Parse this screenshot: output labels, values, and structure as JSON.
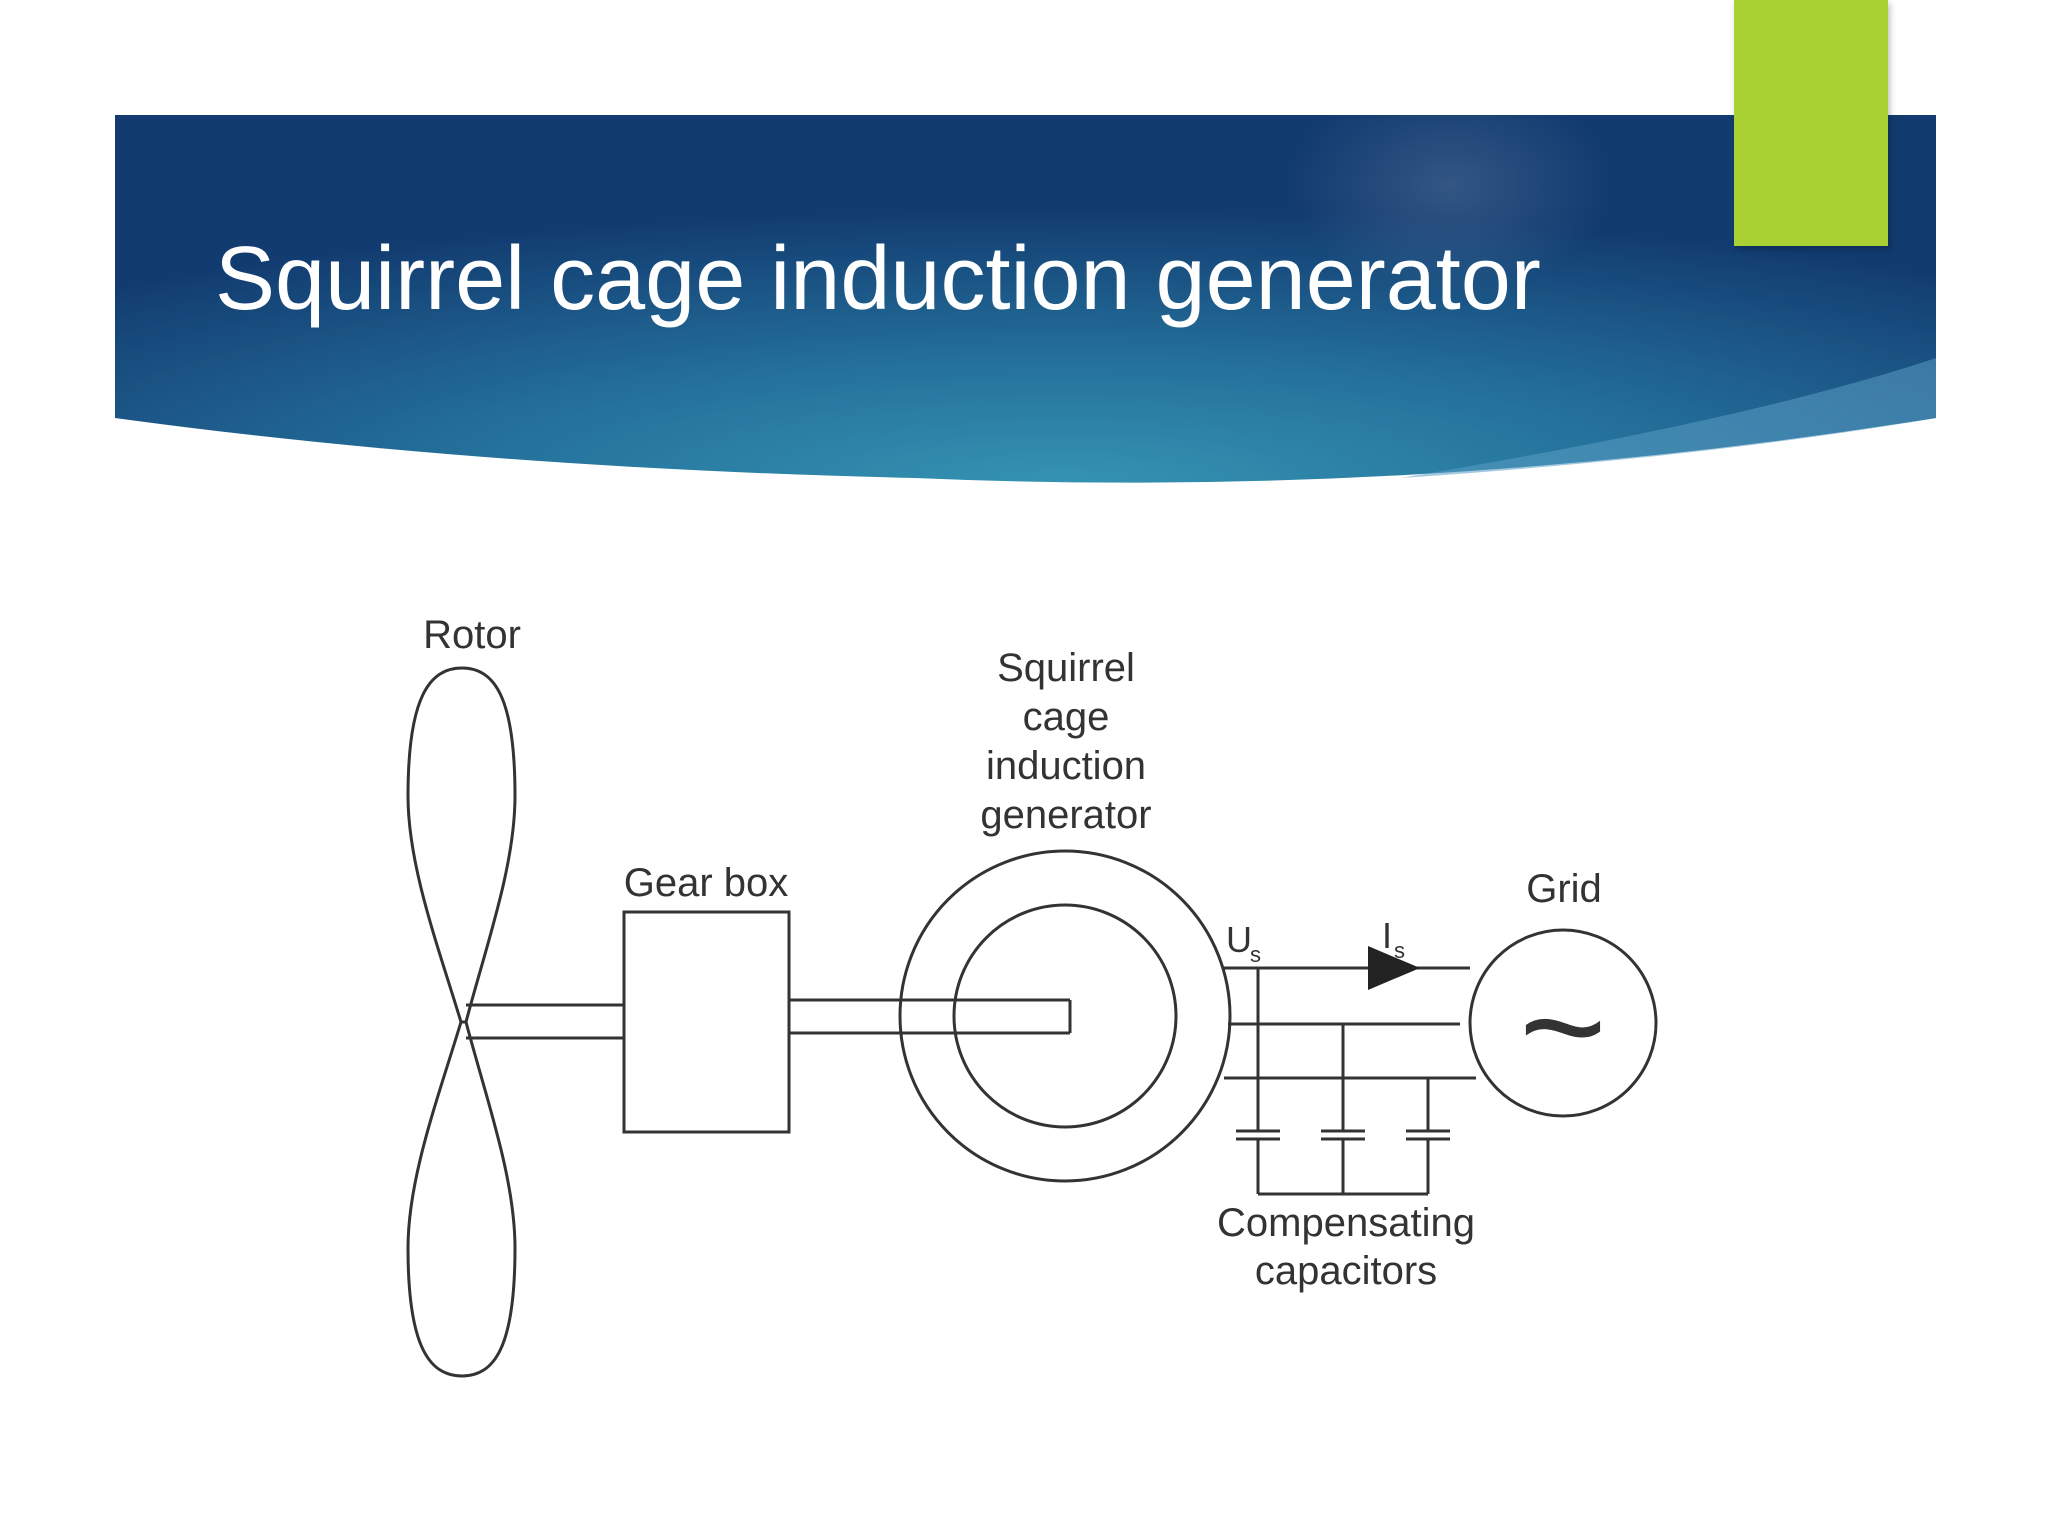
{
  "slide": {
    "title": "Squirrel cage induction generator",
    "colors": {
      "banner_dark": "#143f74",
      "banner_light": "#2e8cae",
      "accent": "#a9d134",
      "title_text": "#ffffff"
    }
  },
  "diagram": {
    "labels": {
      "rotor": "Rotor",
      "gear_box": "Gear box",
      "generator": [
        "Squirrel",
        "cage",
        "induction",
        "generator"
      ],
      "grid": "Grid",
      "voltage": "U",
      "voltage_sub": "s",
      "current": "I",
      "current_sub": "s",
      "capacitors": [
        "Compensating",
        "capacitors"
      ]
    },
    "grid_symbol": "~"
  }
}
